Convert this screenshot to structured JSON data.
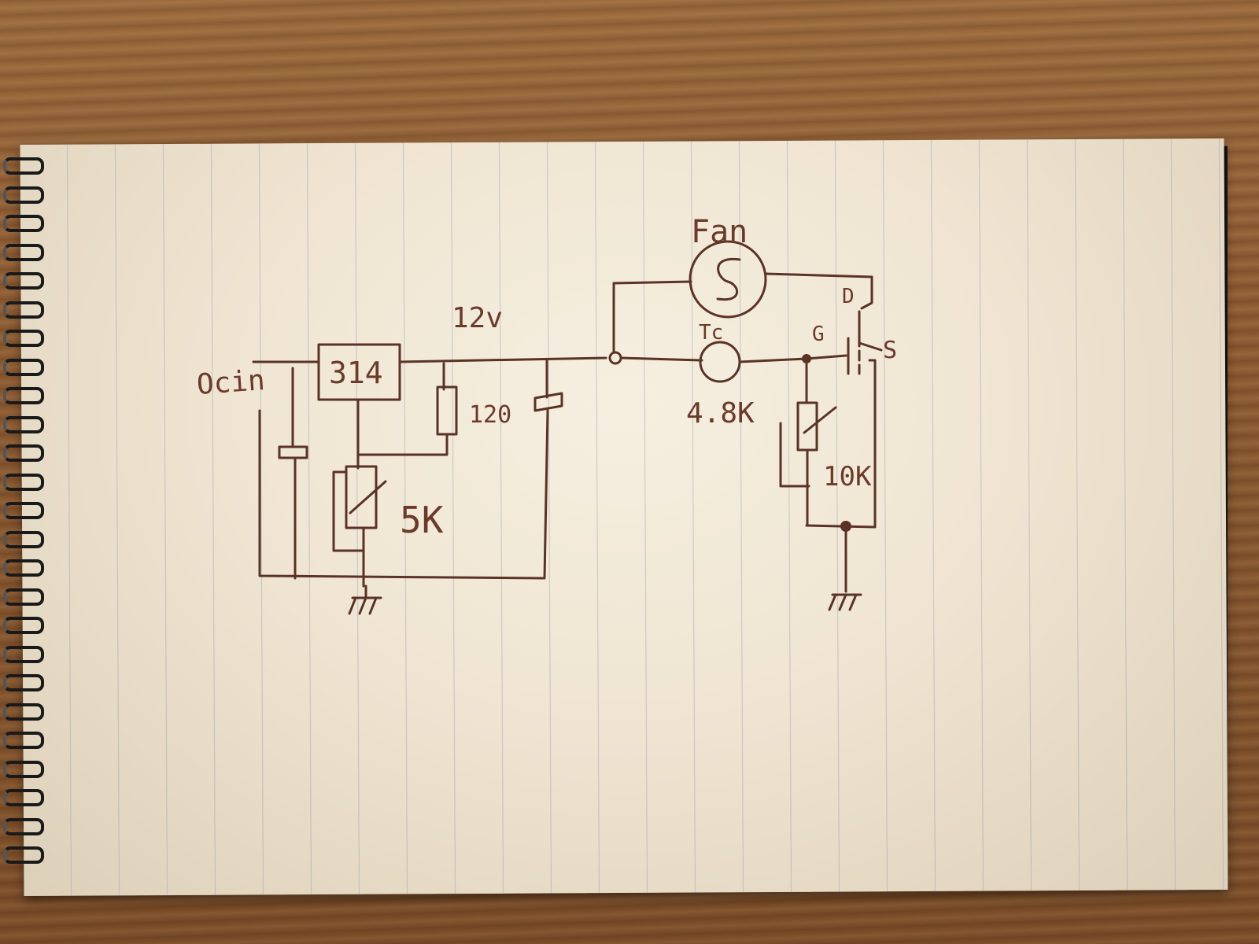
{
  "labels": {
    "supply_in": "Ocin",
    "regulator": "314",
    "rail_voltage": "12v",
    "resistor_fixed": "120",
    "pot_5k": "5K",
    "fan": "Fan",
    "sensor": "Tc",
    "sensor_value": "4.8K",
    "pot_10k": "10K",
    "gate": "G",
    "drain": "D",
    "source": "S"
  },
  "colors": {
    "ink": "#5a3226",
    "paper": "#f2e9d8",
    "desk": "#8d5c33"
  }
}
